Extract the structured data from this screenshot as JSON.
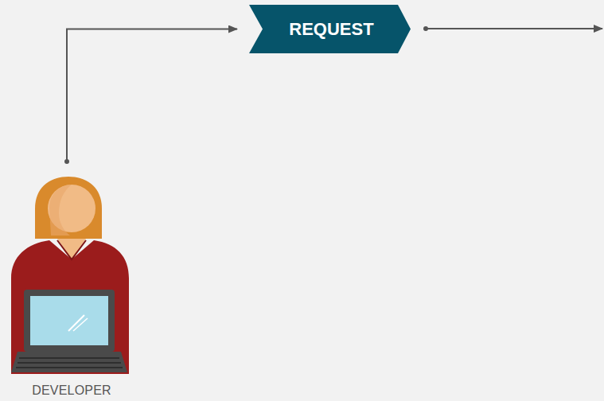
{
  "diagram": {
    "nodes": [
      {
        "text": [
          "DEVELOPER"
        ]
      },
      {
        "text": [
          "REQUEST"
        ]
      }
    ],
    "edges": [
      {
        "from": 0,
        "to": 1,
        "arrow": "to"
      }
    ]
  }
}
